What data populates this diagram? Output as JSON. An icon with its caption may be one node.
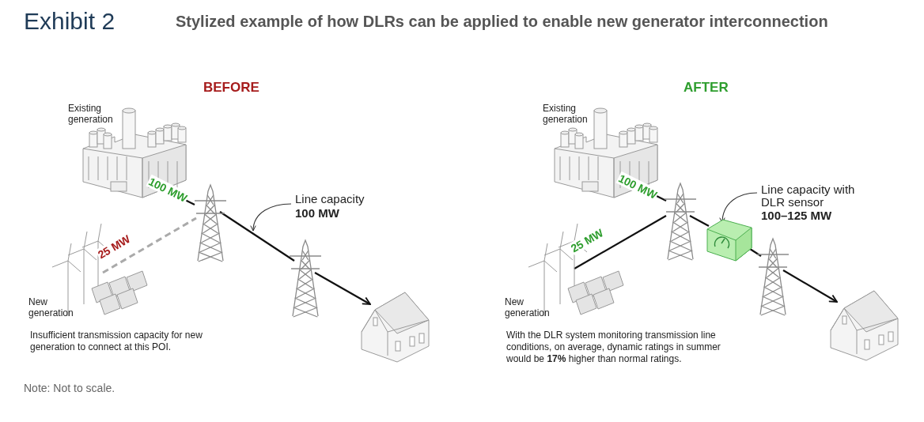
{
  "diagram": {
    "title": "Stylized example of how DLRs can be applied to enable new generator interconnection",
    "nodes": [
      {
        "text": [
          "Existing generation"
        ]
      },
      {
        "text": [],
        "shape": "picture"
      },
      {
        "text": [],
        "shape": "picture"
      },
      {
        "text": [],
        "shape": "picture"
      },
      {
        "text": [
          "New generation"
        ]
      },
      {
        "text": [
          "Line capacity",
          "100 MW"
        ]
      },
      {
        "text": [
          "Existing generation"
        ]
      },
      {
        "text": [],
        "shape": "picture"
      },
      {
        "text": [],
        "shape": "picture"
      },
      {
        "text": [],
        "shape": "picture"
      },
      {
        "text": [],
        "shape": "picture"
      },
      {
        "text": [
          "New generation"
        ]
      },
      {
        "text": [
          "Line capacity with DLR sensor",
          "100–125 MW"
        ]
      }
    ],
    "edges": [
      {
        "from": 0,
        "to": 1,
        "arrow": "none",
        "label": "100 MW"
      },
      {
        "from": 4,
        "to": 1,
        "arrow": "none",
        "label": "25 MW",
        "style": "dashed",
        "color": "#aaaaaa"
      },
      {
        "from": 1,
        "to": 2,
        "arrow": "none"
      },
      {
        "from": 2,
        "to": 3,
        "arrow": "to"
      },
      {
        "from": 5,
        "to": null,
        "arrow": "to"
      },
      {
        "from": 6,
        "to": 7,
        "arrow": "none",
        "label": "100 MW"
      },
      {
        "from": 11,
        "to": 7,
        "arrow": "none",
        "label": "25 MW"
      },
      {
        "from": 7,
        "to": 8,
        "arrow": "none"
      },
      {
        "from": 8,
        "to": 9,
        "arrow": "none"
      },
      {
        "from": 9,
        "to": 10,
        "arrow": "to"
      },
      {
        "from": 12,
        "to": 8,
        "arrow": "to"
      }
    ],
    "labels": [
      "Exhibit 2",
      "BEFORE",
      "AFTER",
      "Insufficient transmission capacity for new generation to connect at this POI.",
      "With the DLR system monitoring transmission line conditions, on average, dynamic ratings in summer would be **17%** higher than normal ratings.",
      "Note: Not to scale."
    ]
  }
}
